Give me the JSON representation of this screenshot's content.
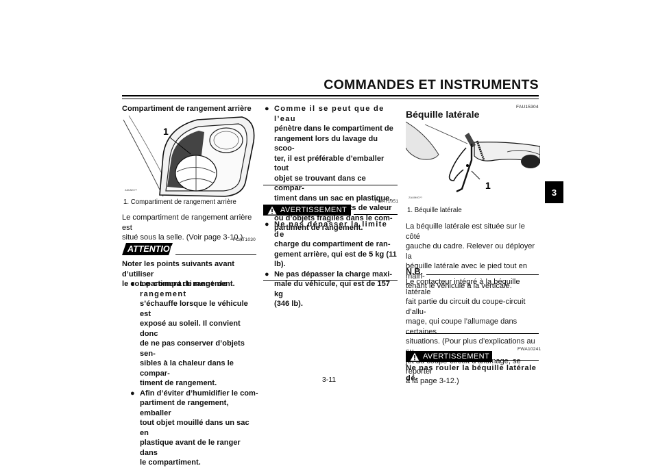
{
  "header": {
    "title": "COMMANDES ET INSTRUMENTS",
    "chapter_tab": "3"
  },
  "page_number": "3-11",
  "left": {
    "heading": "Compartiment de rangement arrière",
    "figure_callout": "1",
    "figure_code": "ZAUM0??",
    "caption": "1.  Compartiment de rangement arrière",
    "para": [
      "Le compartiment de rangement arrière est",
      "situé sous la selle. (Voir page 3-10.)"
    ],
    "attention_label": "ATTENTION",
    "attention_code": "FCAT1030",
    "attention_intro": [
      "Noter les points suivants avant d’utiliser",
      "le compartiment de rangement."
    ],
    "bullets": [
      [
        "Le compartiment de rangement",
        "s’échauffe lorsque le véhicule est",
        "exposé au soleil. Il convient donc",
        "de ne pas conserver d’objets sen-",
        "sibles à la chaleur dans le compar-",
        "timent de rangement."
      ],
      [
        "Afin d’éviter d’humidifier le com-",
        "partiment de rangement, emballer",
        "tout objet mouillé dans un sac en",
        "plastique avant de le ranger dans",
        "le compartiment."
      ]
    ]
  },
  "middle": {
    "bullets": [
      [
        "Comme il se peut que de l’eau",
        "pénètre dans le compartiment de",
        "rangement lors du lavage du scoo-",
        "ter, il est préférable d’emballer tout",
        "objet se trouvant dans ce compar-",
        "timent dans un sac en plastique."
      ],
      [
        "Ne pas ranger d’objets de valeur",
        "ou d’objets fragiles dans le com-",
        "partiment de rangement."
      ]
    ],
    "warning_code": "FWAT1051",
    "warning_label": "AVERTISSEMENT",
    "warning_bullets": [
      [
        "Ne pas dépasser la limite de",
        "charge du compartiment de ran-",
        "gement arrière, qui est de 5 kg (11",
        "lb)."
      ],
      [
        "Ne pas dépasser la charge maxi-",
        "male du véhicule, qui est de 157 kg",
        "(346 lb)."
      ]
    ]
  },
  "right": {
    "section_code": "FAU15304",
    "heading": "Béquille latérale",
    "figure_callout": "1",
    "figure_code": "ZAUM00??",
    "caption": "1.  Béquille latérale",
    "para": [
      "La béquille latérale est située sur le côté",
      "gauche du cadre. Relever ou déployer la",
      "béquille latérale avec le pied tout en main-",
      "tenant le véhicule à la verticale."
    ],
    "nb_title": "N.B.",
    "nb_text": [
      "Le contacteur intégré à la béquille latérale",
      "fait partie du circuit du coupe-circuit d’allu-",
      "mage, qui coupe l’allumage dans certaines",
      "situations. (Pour plus d’explications au su-",
      "jet du coupe-circuit d’allumage, se reporter",
      "à la page 3-12.)"
    ],
    "warning_code": "FWA10241",
    "warning_label": "AVERTISSEMENT",
    "warning_text": "Ne pas rouler la béquille latérale dé-"
  }
}
